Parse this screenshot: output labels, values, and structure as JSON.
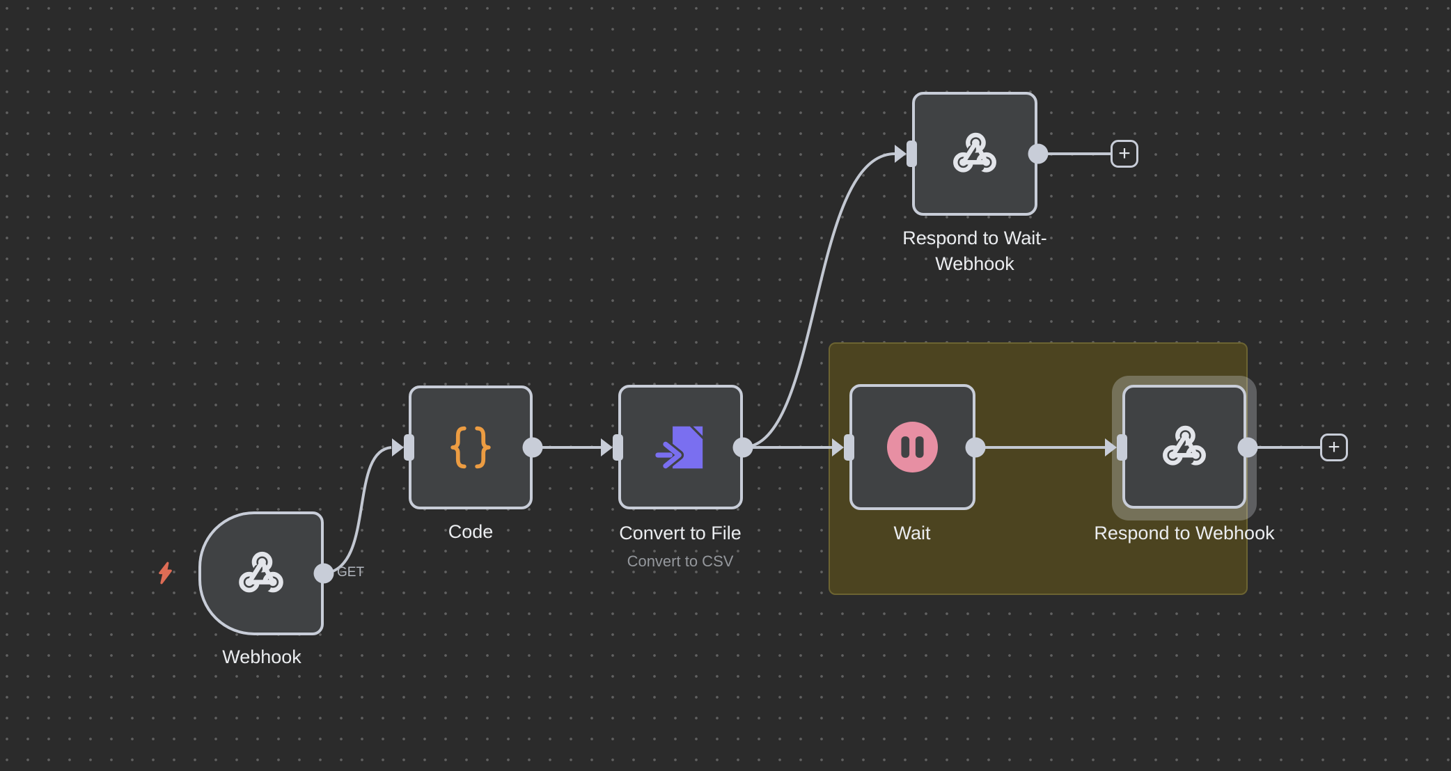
{
  "workflow": {
    "add_button_label": "+",
    "nodes": [
      {
        "name": "Webhook",
        "icon": "webhook-icon",
        "trigger": true,
        "output_label": "GET"
      },
      {
        "name": "Code",
        "icon": "code-braces-icon"
      },
      {
        "name": "Convert to File",
        "subtitle": "Convert to CSV",
        "icon": "file-import-icon"
      },
      {
        "name": "Wait",
        "icon": "pause-icon"
      },
      {
        "name": "Respond to Webhook",
        "icon": "webhook-icon",
        "selected": true
      },
      {
        "name": "Respond to Wait-Webhook",
        "icon": "webhook-icon"
      }
    ],
    "connections": [
      {
        "from": "Webhook",
        "to": "Code",
        "label": "GET"
      },
      {
        "from": "Code",
        "to": "Convert to File"
      },
      {
        "from": "Convert to File",
        "to": "Wait"
      },
      {
        "from": "Convert to File",
        "to": "Respond to Wait-Webhook"
      },
      {
        "from": "Wait",
        "to": "Respond to Webhook"
      },
      {
        "from": "Respond to Webhook",
        "to": "add-node"
      },
      {
        "from": "Respond to Wait-Webhook",
        "to": "add-node"
      }
    ]
  },
  "colors": {
    "canvas_bg": "#2b2b2b",
    "node_fill": "#404244",
    "node_border": "#c8cdd8",
    "edge": "#c3c8d2",
    "selection_fill": "#4c4420",
    "selection_border": "#6c6432",
    "label": "#ebedf0",
    "sublabel": "#95989d",
    "trigger_bolt": "#de6c55",
    "code_orange": "#ec9c42",
    "file_purple": "#7a6ff0",
    "wait_pink": "#e78fa3"
  }
}
